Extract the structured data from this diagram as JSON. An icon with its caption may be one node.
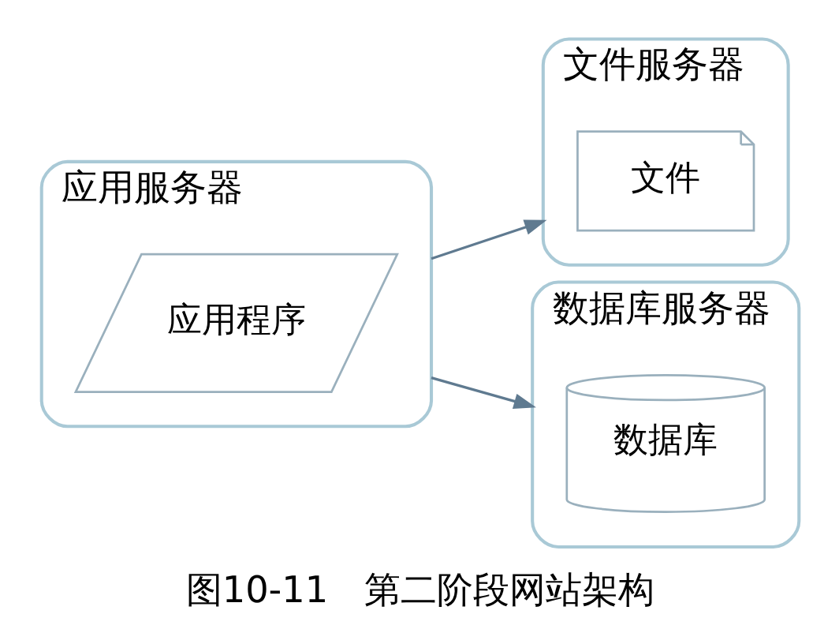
{
  "diagram": {
    "caption": "图10-11　第二阶段网站架构",
    "nodes": [
      {
        "text": [
          "应用服务器"
        ]
      },
      {
        "text": [
          "应用程序"
        ],
        "in": 0
      },
      {
        "text": [
          "文件服务器"
        ]
      },
      {
        "text": [
          "文件"
        ],
        "in": 2
      },
      {
        "text": [
          "数据库服务器"
        ]
      },
      {
        "text": [
          "数据库"
        ],
        "in": 4
      }
    ],
    "edges": [
      {
        "from": 0,
        "to": 2,
        "arrow": "to"
      },
      {
        "from": 0,
        "to": 4,
        "arrow": "to"
      }
    ]
  }
}
